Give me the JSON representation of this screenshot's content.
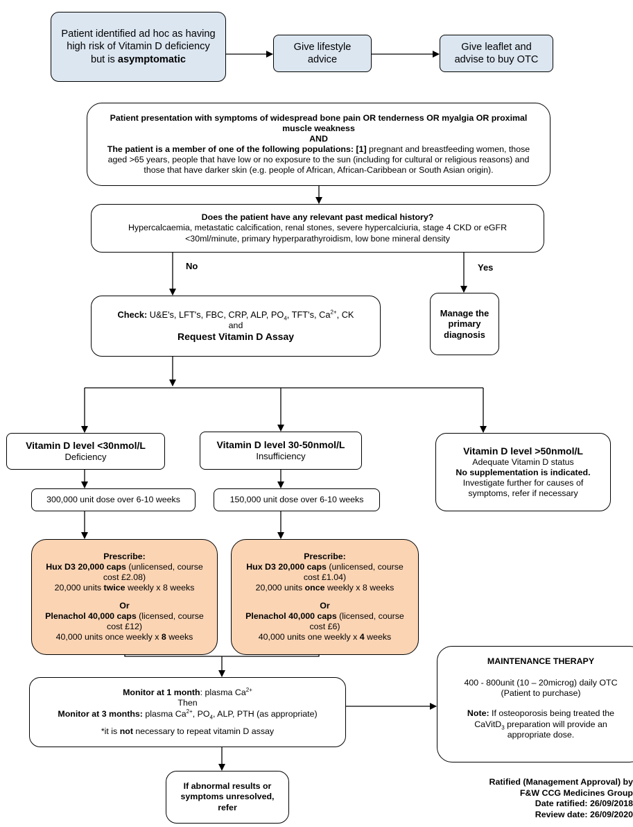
{
  "asymptomatic_box": {
    "text": "Patient identified ad hoc as having high risk of Vitamin D deficiency but is",
    "bold": "asymptomatic"
  },
  "lifestyle_box": {
    "text": "Give lifestyle advice"
  },
  "leaflet_box": {
    "text": "Give leaflet and advise to buy OTC"
  },
  "presentation_box": {
    "heading": "Patient presentation with symptoms of widespread bone pain OR tenderness OR myalgia OR proximal muscle weakness",
    "and": "AND",
    "population_bold": "The patient is a member of one of the following populations: [1]",
    "population_text": " pregnant and breastfeeding women, those aged >65 years, people that have low or no exposure to the sun (including for cultural or religious reasons) and those that have darker skin (e.g. people of African, African-Caribbean or South Asian origin)."
  },
  "history_box": {
    "question": "Does the patient have any relevant past medical history?",
    "conditions": "Hypercalcaemia, metastatic calcification, renal stones, severe hypercalciuria, stage 4 CKD or eGFR <30ml/minute, primary hyperparathyroidism, low bone mineral density"
  },
  "labels": {
    "no": "No",
    "yes": "Yes"
  },
  "primary_box": {
    "text": "Manage the primary diagnosis"
  },
  "check_box": {
    "label": "Check:",
    "tests_a": " U&E's, LFT's, FBC, CRP, ALP, PO",
    "po_sub": "4",
    "tests_b": ", TFT's, Ca",
    "ca_sup": "2+",
    "tests_c": ", CK",
    "and": "and",
    "request": "Request Vitamin D Assay"
  },
  "deficiency_box": {
    "title": "Vitamin D level <30nmol/L",
    "subtitle": "Deficiency"
  },
  "insufficiency_box": {
    "title": "Vitamin D level 30-50nmol/L",
    "subtitle": "Insufficiency"
  },
  "adequate_box": {
    "title": "Vitamin D level >50nmol/L",
    "line1": "Adequate Vitamin D status",
    "line2": "No supplementation is indicated.",
    "line3": "Investigate further for causes of symptoms, refer if necessary"
  },
  "dose_deficiency": {
    "text": "300,000 unit dose over 6-10 weeks"
  },
  "dose_insufficiency": {
    "text": "150,000 unit dose over 6-10 weeks"
  },
  "prescribe_deficiency": {
    "heading": "Prescribe:",
    "hux_name": "Hux D3 20,000 caps",
    "hux_detail": " (unlicensed, course cost £2.08)",
    "hux_dose_a": "20,000 units ",
    "hux_dose_bold": "twice",
    "hux_dose_b": " weekly x 8 weeks",
    "or": "Or",
    "plen_name": "Plenachol 40,000 caps",
    "plen_detail": " (licensed, course cost £12)",
    "plen_dose_a": "40,000 units once weekly x ",
    "plen_dose_bold": "8",
    "plen_dose_b": " weeks"
  },
  "prescribe_insufficiency": {
    "heading": "Prescribe:",
    "hux_name": "Hux D3 20,000 caps",
    "hux_detail": " (unlicensed, course cost £1.04)",
    "hux_dose_a": "20,000 units ",
    "hux_dose_bold": "once",
    "hux_dose_b": " weekly x 8 weeks",
    "or": "Or",
    "plen_name": "Plenachol 40,000 caps",
    "plen_detail": " (licensed, course cost £6)",
    "plen_dose_a": "40,000 units one weekly x ",
    "plen_dose_bold": "4",
    "plen_dose_b": " weeks"
  },
  "monitor_box": {
    "m1_bold": "Monitor at 1 month",
    "m1_text": ": plasma Ca",
    "sup": "2+",
    "then": "Then",
    "m3_bold": "Monitor at 3 months:",
    "m3_text_a": " plasma Ca",
    "m3_text_b": ", PO",
    "po_sub": "4",
    "m3_text_c": ", ALP, PTH (as appropriate)",
    "note_a": "*it is ",
    "note_bold": "not",
    "note_b": " necessary to repeat vitamin D assay"
  },
  "maintenance_box": {
    "title": "MAINTENANCE THERAPY",
    "dose": "400 - 800unit (10 – 20microg) daily OTC",
    "purchase": "(Patient to purchase)",
    "note_bold": "Note:",
    "note_a": " If osteoporosis being treated the CaVitD",
    "note_sub": "3",
    "note_b": " preparation will provide an appropriate dose."
  },
  "refer_box": {
    "text": "If abnormal results or symptoms unresolved, refer"
  },
  "footer": {
    "line1": "Ratified (Management Approval) by",
    "line2": "F&W CCG Medicines Group",
    "line3": "Date ratified: 26/09/2018",
    "line4": "Review date: 26/09/2020"
  }
}
